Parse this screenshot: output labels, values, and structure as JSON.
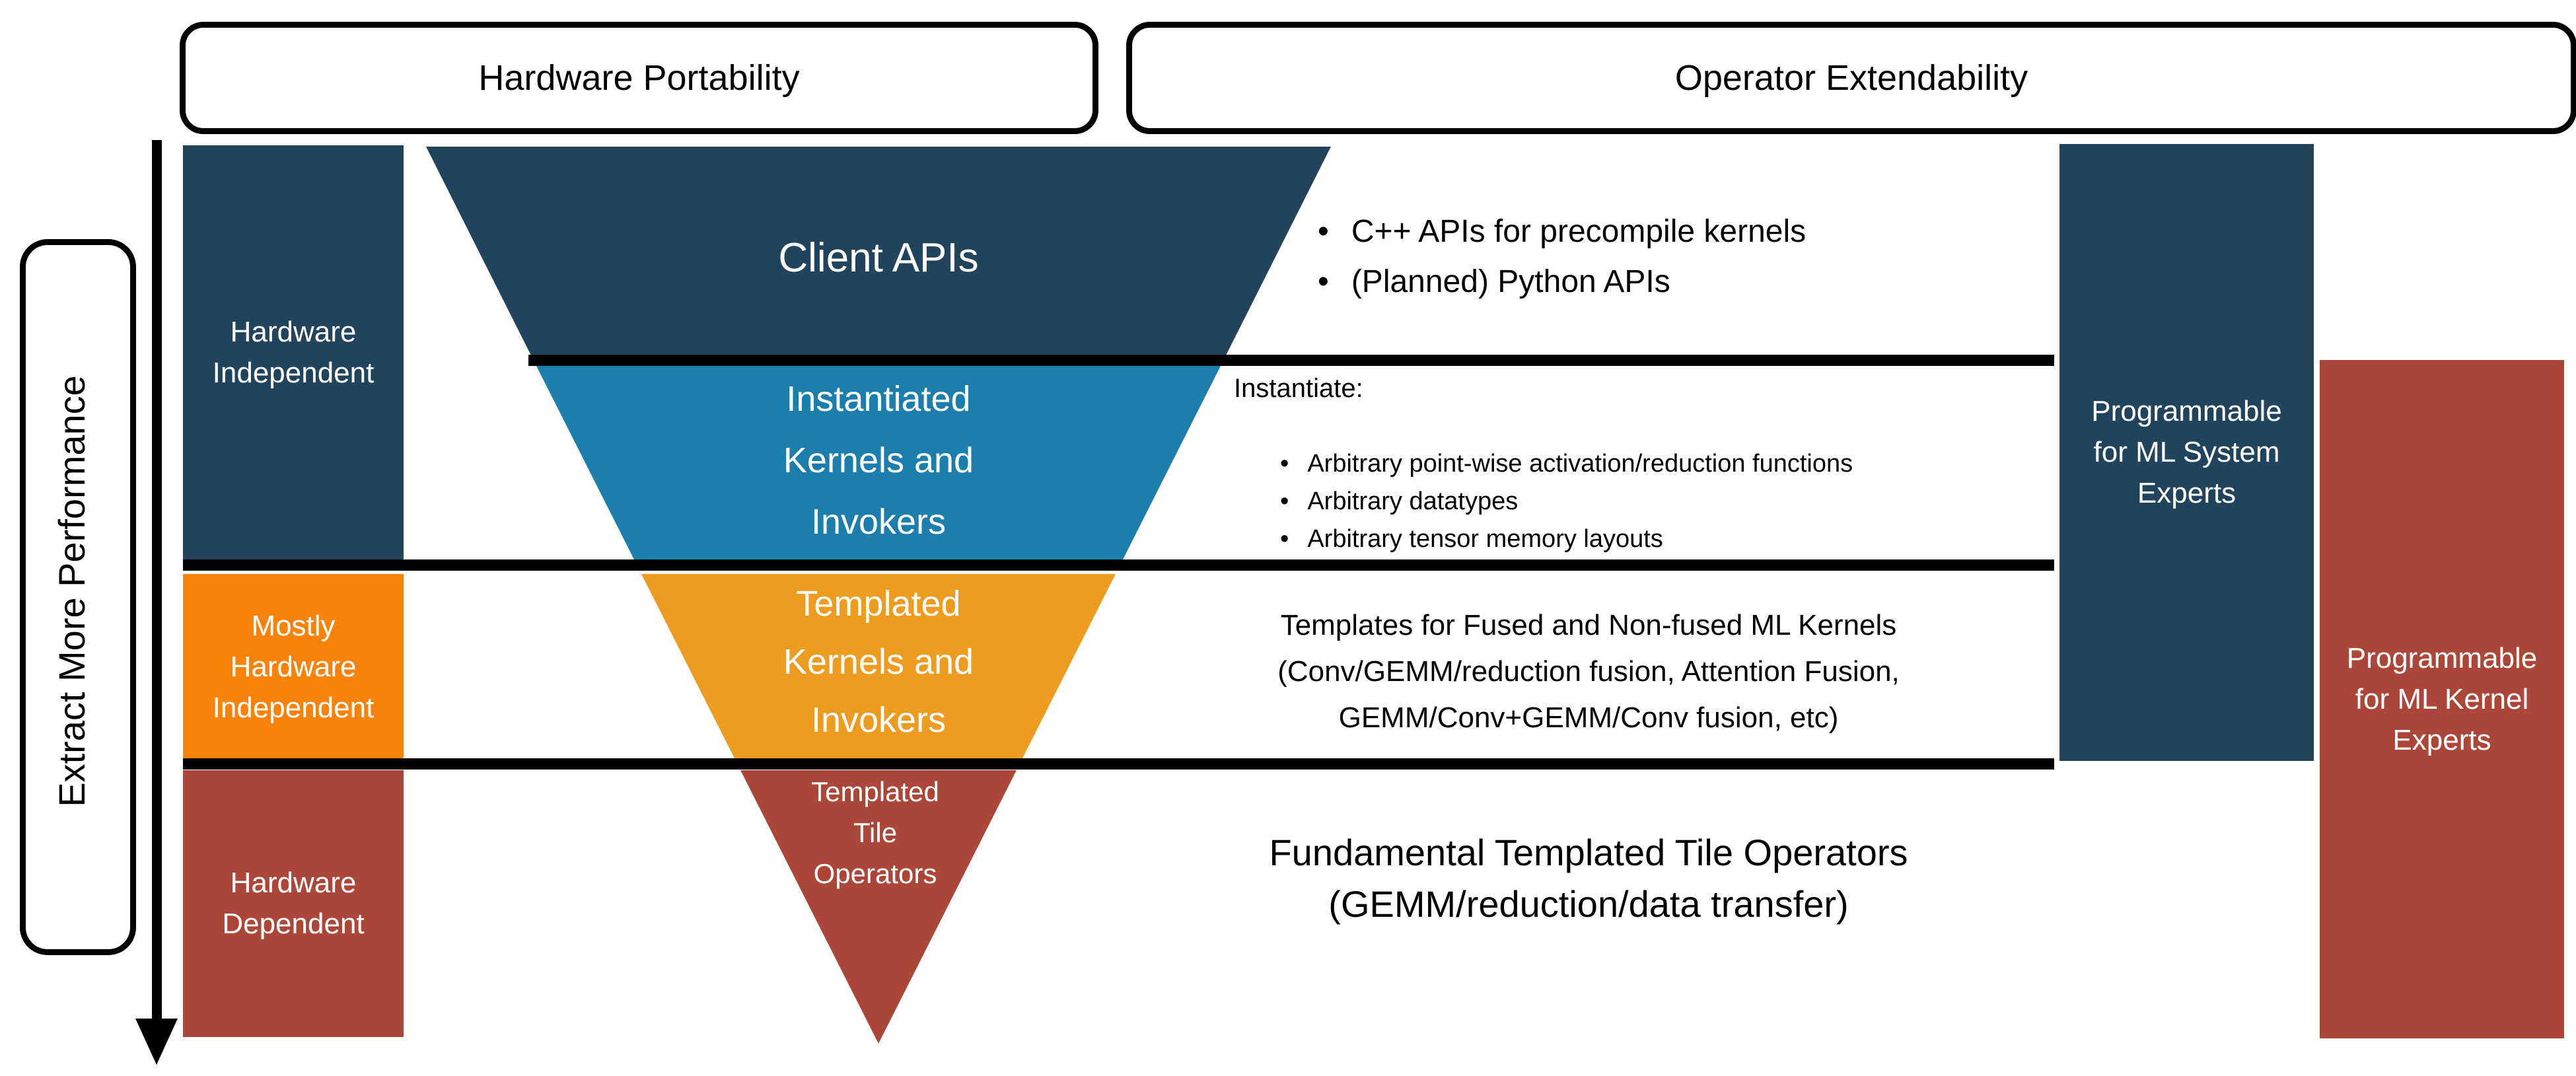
{
  "header": {
    "hardware_portability": "Hardware Portability",
    "operator_extendability": "Operator Extendability"
  },
  "axis": {
    "label": "Extract More Performance"
  },
  "bands": {
    "hardware_independent": "Hardware\nIndependent",
    "mostly_hardware_independent": "Mostly\nHardware\nIndependent",
    "hardware_dependent": "Hardware\nDependent"
  },
  "funnel": {
    "client_apis": "Client APIs",
    "instantiated": "Instantiated\nKernels and\nInvokers",
    "templated": "Templated\nKernels and\nInvokers",
    "tile_operators": "Templated\nTile\nOperators"
  },
  "notes": {
    "client_api_bullets": [
      "C++ APIs for precompile kernels",
      "(Planned) Python APIs"
    ],
    "instantiate_heading": "Instantiate:",
    "instantiate_bullets": [
      "Arbitrary point-wise activation/reduction functions",
      "Arbitrary datatypes",
      "Arbitrary tensor memory layouts"
    ],
    "templates_text": "Templates for Fused and Non-fused ML Kernels\n(Conv/GEMM/reduction fusion, Attention Fusion,\nGEMM/Conv+GEMM/Conv fusion, etc)",
    "fundamental_text": "Fundamental Templated Tile Operators\n(GEMM/reduction/data transfer)"
  },
  "right": {
    "ml_system": "Programmable\nfor ML System\nExperts",
    "ml_kernel": "Programmable\nfor ML Kernel\nExperts"
  },
  "colors": {
    "dark_blue": "#21445C",
    "teal": "#1B7EAC",
    "funnel_orange": "#EE9C20",
    "left_orange": "#F8820A",
    "brick_red": "#AC4639"
  }
}
